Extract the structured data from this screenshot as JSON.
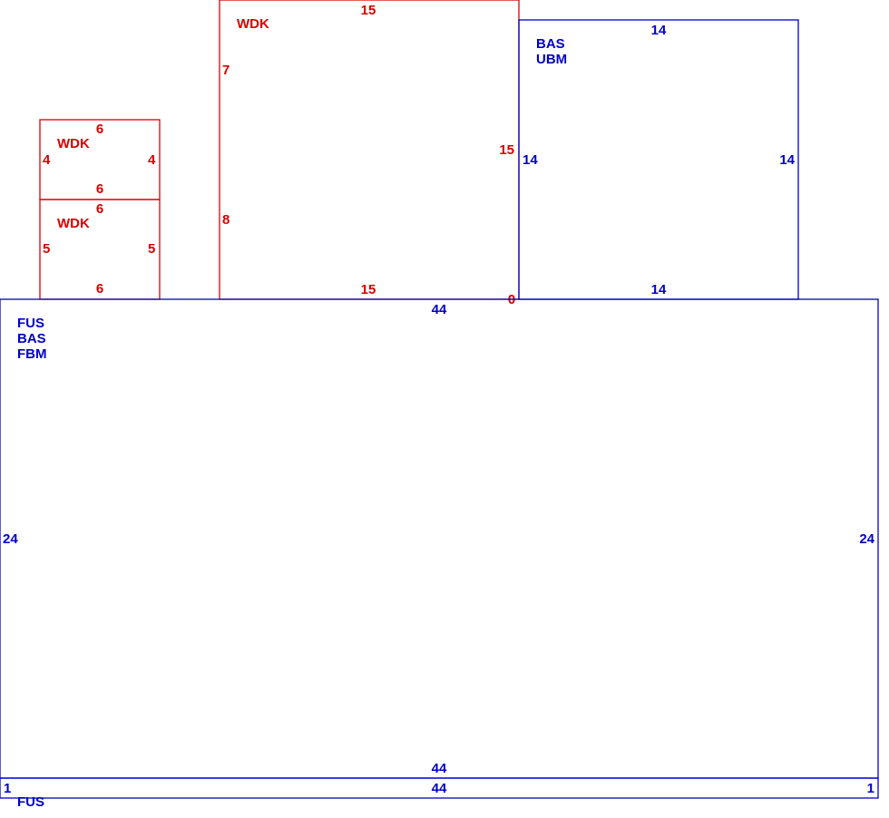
{
  "colors": {
    "red": "#d90000",
    "blue": "#0000c8"
  },
  "rooms": {
    "small_wdk_upper": {
      "codes": [
        "WDK"
      ],
      "top": "6",
      "bottom": "6",
      "left": "4",
      "right": "4"
    },
    "small_wdk_lower": {
      "codes": [
        "WDK"
      ],
      "top": "6",
      "bottom": "6",
      "left": "5",
      "right": "5"
    },
    "large_wdk": {
      "codes": [
        "WDK"
      ],
      "top": "15",
      "bottom": "15",
      "left_upper": "7",
      "left_lower": "8",
      "right": "15",
      "corner": "0"
    },
    "bas_ubm": {
      "codes": [
        "BAS",
        "UBM"
      ],
      "top": "14",
      "bottom": "14",
      "left": "14",
      "right": "14"
    },
    "fus_main": {
      "codes": [
        "FUS",
        "BAS",
        "FBM"
      ],
      "top": "44",
      "bottom": "44",
      "left": "24",
      "right": "24"
    },
    "fus_strip": {
      "codes": [
        "FUS"
      ],
      "top": "44",
      "left": "1",
      "right": "1"
    }
  }
}
